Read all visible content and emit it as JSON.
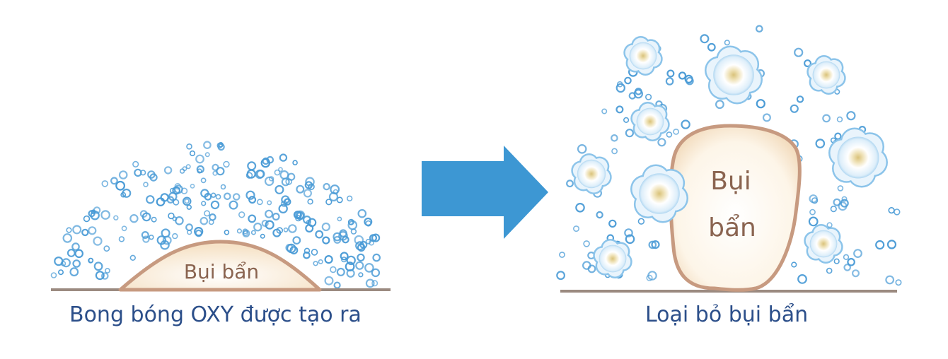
{
  "left_panel": {
    "caption": "Bong bóng OXY được tạo ra",
    "dust_label": "Bụi bẩn"
  },
  "right_panel": {
    "caption": "Loại bỏ bụi bẩn",
    "dust_label_line1": "Bụi",
    "dust_label_line2": "bẩn"
  },
  "arrow": {
    "direction": "right"
  },
  "colors": {
    "bubble": "#4a9bd6",
    "arrow": "#3d97d3",
    "dust_fill": "#fbf1df",
    "dust_outline": "#c79a80",
    "ground": "#9b8a80",
    "caption": "#2c4f8a",
    "dust_text": "#8a6450"
  }
}
